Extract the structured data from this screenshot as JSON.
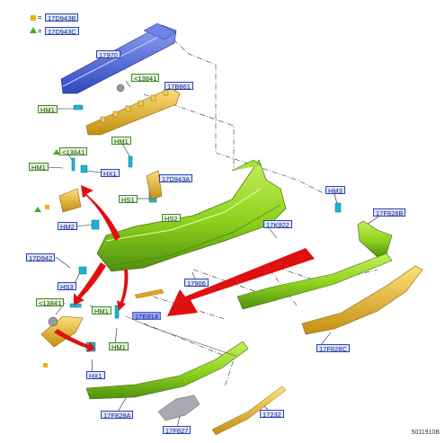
{
  "legend": [
    {
      "symbol": "square",
      "color": "#e8b400",
      "code": "17D943B"
    },
    {
      "symbol": "triangle",
      "color": "#3fae2a",
      "code": "17D943C"
    }
  ],
  "labels": {
    "p17970": "17970",
    "p13841_top": "<13841",
    "p17b861": "17B861",
    "hm1_a": "HM1",
    "hm1_b": "HM1",
    "p13841_mid": "<13841",
    "hm1_c": "HM1",
    "hx1_a": "HX1",
    "p17d943a": "17D943A",
    "hs1": "HS1",
    "hs2": "HS2",
    "hm2": "HM2",
    "p17k922": "17K922",
    "hm3": "HM3",
    "p17f828b": "17F828B",
    "p17d942": "17D942",
    "hs3": "HS3",
    "p17906": "17906",
    "p13841_low": "<13841",
    "hm1_d": "HM1",
    "p17e814": "17E814",
    "hm1_e": "HM1",
    "p17f828c": "17F828C",
    "hx1_b": "HX1",
    "p17f828a": "17F828A",
    "p17f827": "17F827",
    "p17232": "17232"
  },
  "colors": {
    "bumper_green": "#8ed11e",
    "beam_blue": "#4560d6",
    "bracket_yellow": "#e6b422",
    "arrow_red": "#e01010",
    "label_blue_border": "#2b43b8",
    "label_green_border": "#3e8a22"
  },
  "reference": "5011910B"
}
